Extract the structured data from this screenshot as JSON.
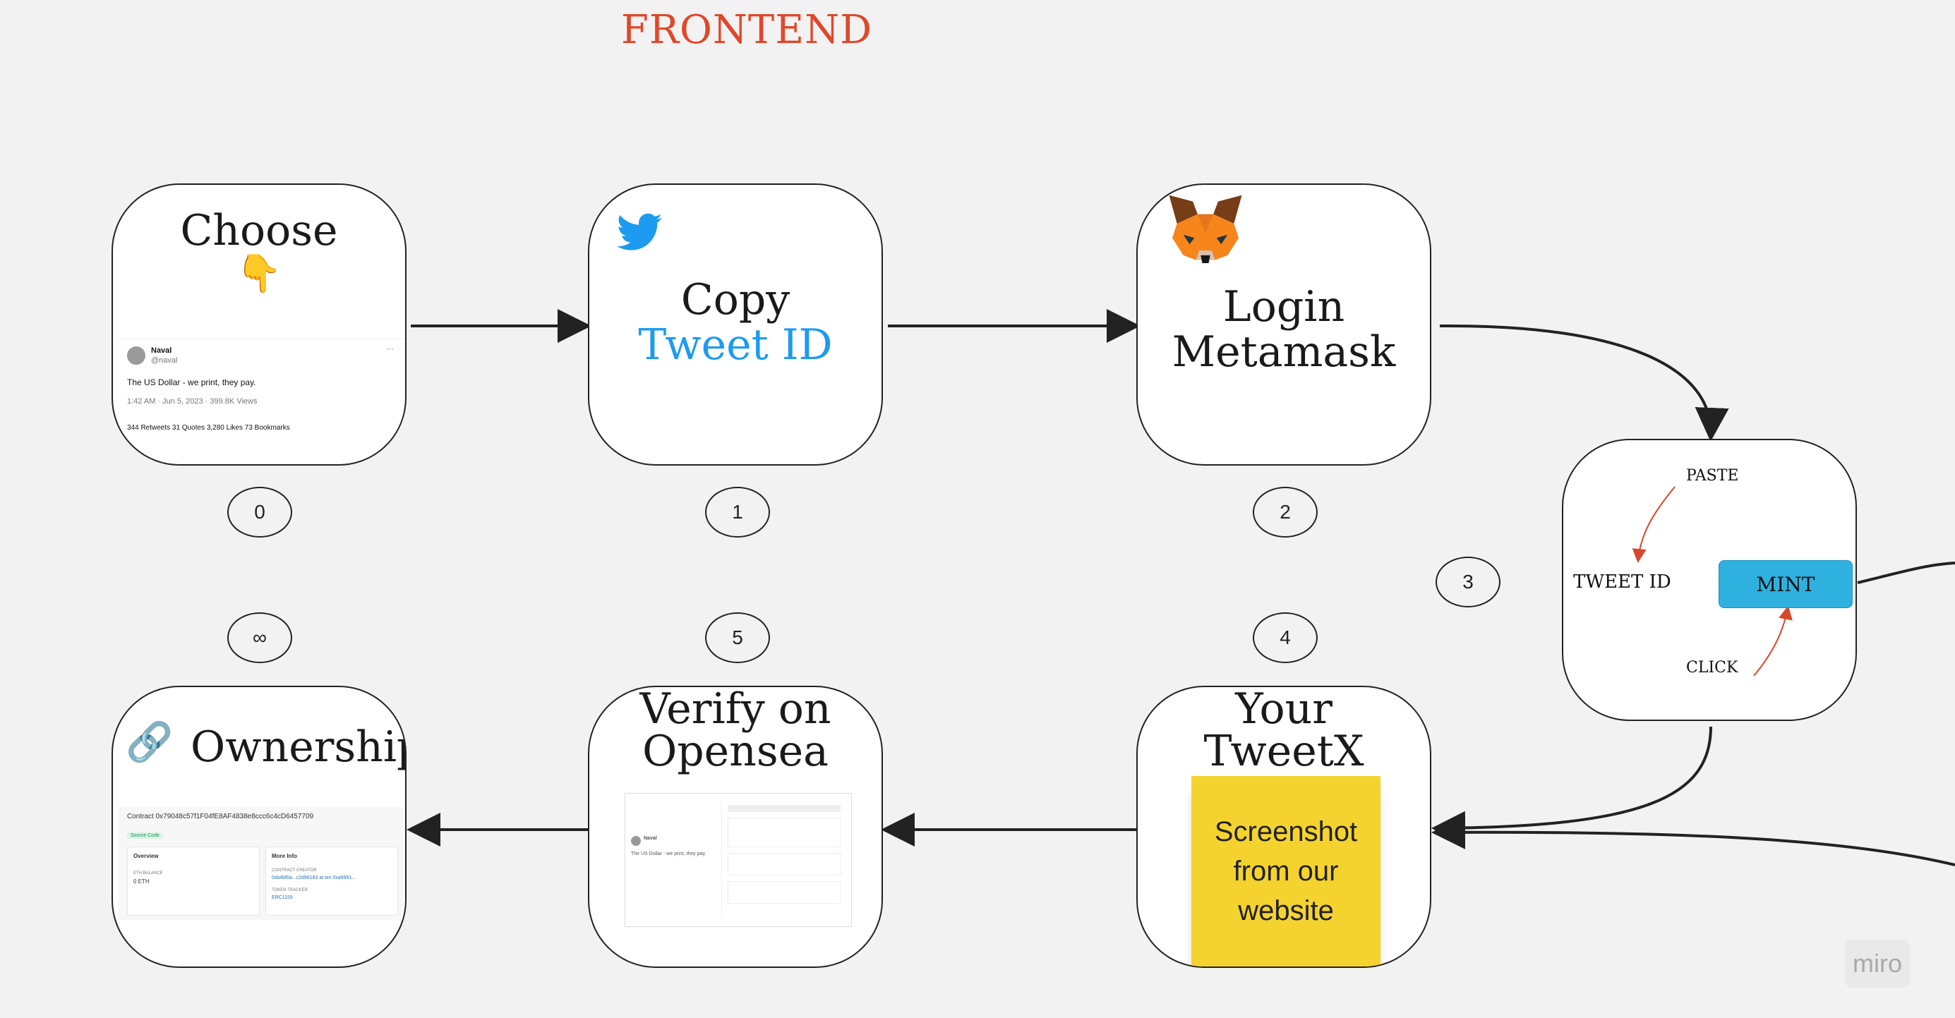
{
  "title": "FRONTEND",
  "watermark": "miro",
  "colors": {
    "accent": "#1d9bf0",
    "title": "#e0472a",
    "sticky": "#f5d32f",
    "mint": "#2fb1e0",
    "arrow_red": "#d9472b"
  },
  "steps": {
    "choose": {
      "title": "Choose",
      "emoji": "👇",
      "badge": "0"
    },
    "copy": {
      "line1": "Copy",
      "line2": "Tweet ID",
      "badge": "1",
      "icon": "twitter-bird-icon"
    },
    "login": {
      "line1": "Login",
      "line2": "Metamask",
      "badge": "2",
      "icon": "metamask-fox-icon"
    },
    "mint": {
      "badge": "3",
      "paste": "PASTE",
      "tweet_id": "TWEET ID",
      "button": "MINT",
      "click": "CLICK"
    },
    "your": {
      "line1": "Your",
      "line2": "TweetX",
      "badge": "4",
      "sticky": "Screenshot\nfrom our\nwebsite"
    },
    "verify": {
      "line1": "Verify on",
      "line2": "Opensea",
      "badge": "5"
    },
    "ownership": {
      "title": "Ownership",
      "emoji": "🔗",
      "badge": "∞"
    }
  },
  "tweet": {
    "name": "Naval",
    "handle": "@naval",
    "text": "The US Dollar - we print, they pay.",
    "meta": "1:42 AM · Jun 5, 2023 · 399.8K Views",
    "stats": "344 Retweets   31 Quotes   3,280 Likes   73 Bookmarks"
  },
  "etherscan": {
    "header": "Contract 0x79048c57f1F04fE8AF4838e8ccc6c4cD6457709",
    "tag": "Source Code",
    "overview": "Overview",
    "eth_balance_label": "ETH BALANCE",
    "eth_balance": "0 ETH",
    "more_info": "More Info",
    "creator_label": "CONTRACT CREATOR",
    "creator": "0xb4bf0a...c2d96183 at txn 0xa9951...",
    "token_label": "TOKEN TRACKER",
    "token": "ERC1155"
  },
  "opensea": {
    "handle": "Naval",
    "text": "The US Dollar - we print, they pay."
  }
}
